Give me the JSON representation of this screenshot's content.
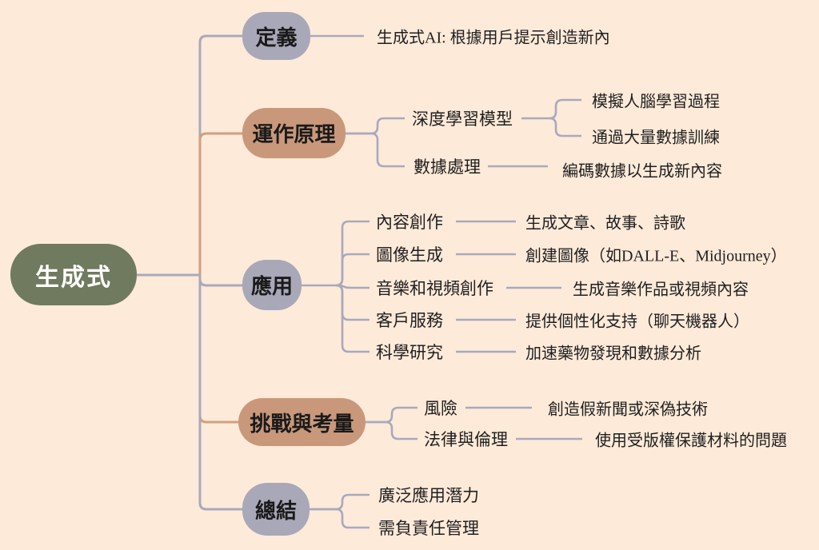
{
  "root": {
    "label": "生成式"
  },
  "branches": [
    {
      "label": "定義",
      "children": [
        {
          "label": "生成式AI: 根據用戶提示創造新內"
        }
      ]
    },
    {
      "label": "運作原理",
      "children": [
        {
          "label": "深度學習模型",
          "children": [
            {
              "label": "模擬人腦學習過程"
            },
            {
              "label": "通過大量數據訓練"
            }
          ]
        },
        {
          "label": "數據處理",
          "children": [
            {
              "label": "編碼數據以生成新內容"
            }
          ]
        }
      ]
    },
    {
      "label": "應用",
      "children": [
        {
          "label": "內容創作",
          "children": [
            {
              "label": "生成文章、故事、詩歌"
            }
          ]
        },
        {
          "label": "圖像生成",
          "children": [
            {
              "label": "創建圖像（如DALL-E、Midjourney）"
            }
          ]
        },
        {
          "label": "音樂和視頻創作",
          "children": [
            {
              "label": "生成音樂作品或視頻內容"
            }
          ]
        },
        {
          "label": "客戶服務",
          "children": [
            {
              "label": "提供個性化支持（聊天機器人）"
            }
          ]
        },
        {
          "label": "科學研究",
          "children": [
            {
              "label": "加速藥物發現和數據分析"
            }
          ]
        }
      ]
    },
    {
      "label": "挑戰與考量",
      "children": [
        {
          "label": "風險",
          "children": [
            {
              "label": "創造假新聞或深偽技術"
            }
          ]
        },
        {
          "label": "法律與倫理",
          "children": [
            {
              "label": "使用受版權保護材料的問題"
            }
          ]
        }
      ]
    },
    {
      "label": "總結",
      "children": [
        {
          "label": "廣泛應用潛力"
        },
        {
          "label": "需負責任管理"
        }
      ]
    }
  ],
  "colors": {
    "background": "#fdead9",
    "root_node": "#6f7a5e",
    "root_text": "#ffffff",
    "gray_node": "#a8a8b8",
    "tan_node": "#c9987b",
    "gray_line": "#a9a9bd",
    "tan_line": "#d0a080",
    "text": "#1f1f1f"
  }
}
